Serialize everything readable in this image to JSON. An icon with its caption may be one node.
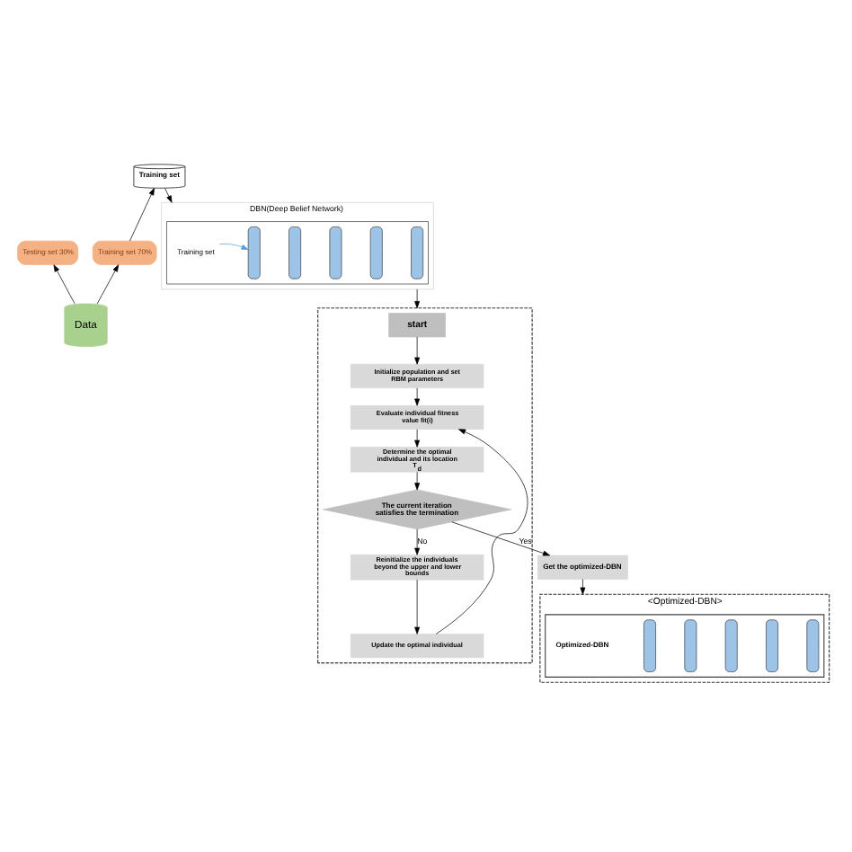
{
  "diagram": {
    "nodes": [
      {
        "text": [
          "Data"
        ]
      },
      {
        "text": [
          "Testing set 30%"
        ]
      },
      {
        "text": [
          "Training set 70%"
        ]
      },
      {
        "text": [
          "Training set"
        ]
      },
      {
        "text": [
          "DBN(Deep Belief Network)"
        ]
      },
      {
        "text": [],
        "shape": "box",
        "in": 4
      },
      {
        "text": [
          "Training set"
        ],
        "in": 5
      },
      {
        "text": [],
        "shape": "bar",
        "in": 5
      },
      {
        "text": [],
        "shape": "bar",
        "in": 5
      },
      {
        "text": [],
        "shape": "bar",
        "in": 5
      },
      {
        "text": [],
        "shape": "bar",
        "in": 5
      },
      {
        "text": [],
        "shape": "bar",
        "in": 5
      },
      {
        "text": [],
        "shape": "box"
      },
      {
        "text": [
          "start"
        ],
        "in": 12
      },
      {
        "text": [
          "Initialize population and set RBM parameters"
        ],
        "in": 12
      },
      {
        "text": [
          "Evaluate individual fitness value fit(i)"
        ],
        "in": 12
      },
      {
        "text": [
          "Determine the optimal individual and its location T$_{d}$"
        ],
        "in": 12
      },
      {
        "text": [
          "The current iteration satisfies the termination"
        ],
        "in": 12
      },
      {
        "text": [
          "Reinitialize the individuals beyond the upper and lower bounds"
        ],
        "in": 12
      },
      {
        "text": [
          "Update the optimal individual"
        ],
        "in": 12
      },
      {
        "text": [
          "Get the optimized-DBN"
        ]
      },
      {
        "text": [
          "<Optimized-DBN>"
        ]
      },
      {
        "text": [],
        "shape": "box",
        "in": 21
      },
      {
        "text": [
          "Optimized-DBN"
        ],
        "in": 22
      },
      {
        "text": [],
        "shape": "bar",
        "in": 22
      },
      {
        "text": [],
        "shape": "bar",
        "in": 22
      },
      {
        "text": [],
        "shape": "bar",
        "in": 22
      },
      {
        "text": [],
        "shape": "bar",
        "in": 22
      },
      {
        "text": [],
        "shape": "bar",
        "in": 22
      }
    ],
    "edges": [
      {
        "from": 0,
        "to": 1,
        "arrow": "to"
      },
      {
        "from": 0,
        "to": 2,
        "arrow": "to"
      },
      {
        "from": 2,
        "to": 3,
        "arrow": "to"
      },
      {
        "from": 3,
        "to": 4,
        "arrow": "to"
      },
      {
        "from": 4,
        "to": 12,
        "arrow": "to"
      },
      {
        "from": 6,
        "to": 7,
        "arrow": "to",
        "color": "#5b9bd5"
      },
      {
        "from": 13,
        "to": 14,
        "arrow": "to"
      },
      {
        "from": 14,
        "to": 15,
        "arrow": "to"
      },
      {
        "from": 15,
        "to": 16,
        "arrow": "to"
      },
      {
        "from": 16,
        "to": 17,
        "arrow": "to"
      },
      {
        "from": 17,
        "to": 20,
        "label": "Yes",
        "arrow": "to"
      },
      {
        "from": 17,
        "to": 18,
        "label": "No",
        "arrow": "to"
      },
      {
        "from": 18,
        "to": 19,
        "arrow": "to"
      },
      {
        "from": 19,
        "to": 15,
        "arrow": "to"
      },
      {
        "from": 20,
        "to": 21,
        "arrow": "to"
      }
    ]
  }
}
